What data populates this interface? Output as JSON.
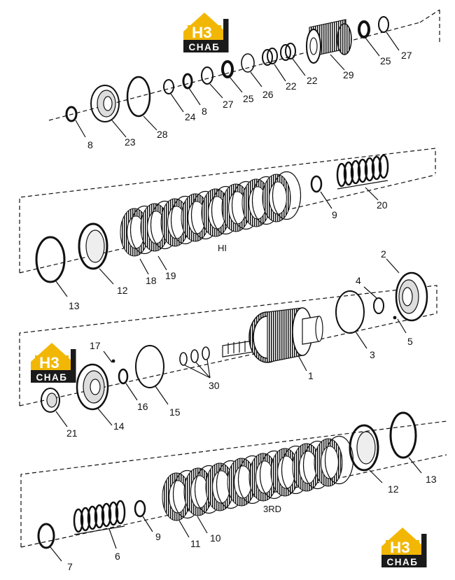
{
  "logos": [
    {
      "main": "H3",
      "sub": "CHAБ"
    },
    {
      "main": "H3",
      "sub": "CHAБ"
    },
    {
      "main": "H3",
      "sub": "CHAБ"
    }
  ],
  "section_labels": {
    "hi": "HI",
    "third": "3RD"
  },
  "callouts": {
    "c8a": "8",
    "c23": "23",
    "c28": "28",
    "c24": "24",
    "c8b": "8",
    "c27a": "27",
    "c25a": "25",
    "c26": "26",
    "c22a": "22",
    "c22b": "22",
    "c29": "29",
    "c25b": "25",
    "c27b": "27",
    "c9a": "9",
    "c20": "20",
    "c13a": "13",
    "c12a": "12",
    "c18": "18",
    "c19": "19",
    "c2": "2",
    "c4": "4",
    "c3": "3",
    "c5": "5",
    "c17": "17",
    "c1": "1",
    "c30": "30",
    "c16": "16",
    "c15": "15",
    "c14": "14",
    "c21": "21",
    "c12b": "12",
    "c13b": "13",
    "c11": "11",
    "c10": "10",
    "c9b": "9",
    "c6": "6",
    "c7": "7"
  },
  "colors": {
    "logo_yellow": "#f2b705",
    "logo_dark": "#1a1a1a",
    "line": "#111111"
  }
}
